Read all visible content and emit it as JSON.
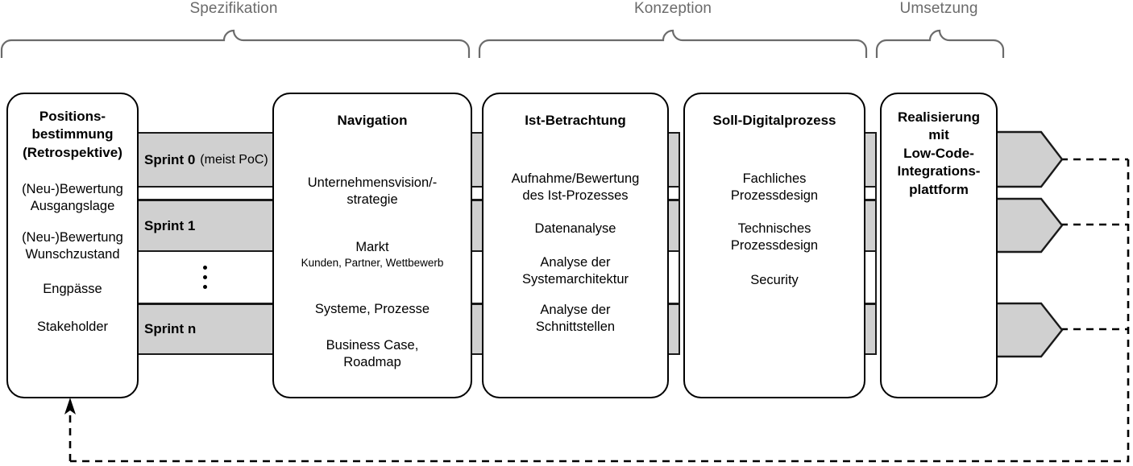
{
  "phases": [
    {
      "label": "Spezifikation"
    },
    {
      "label": "Konzeption"
    },
    {
      "label": "Umsetzung"
    }
  ],
  "boxes": [
    {
      "key": "positionsbestimmung",
      "title": "Positions-\nbestimmung\n(Retrospektive)",
      "items": [
        {
          "main": "(Neu-)Bewertung\nAusgangslage",
          "sub": ""
        },
        {
          "main": "(Neu-)Bewertung\nWunschzustand",
          "sub": ""
        },
        {
          "main": "Engpässe",
          "sub": ""
        },
        {
          "main": "Stakeholder",
          "sub": ""
        }
      ]
    },
    {
      "key": "navigation",
      "title": "Navigation",
      "items": [
        {
          "main": "Unternehmensvision/-\nstrategie",
          "sub": ""
        },
        {
          "main": "Markt",
          "sub": "Kunden, Partner, Wettbewerb"
        },
        {
          "main": "Systeme, Prozesse",
          "sub": ""
        },
        {
          "main": "Business Case,\nRoadmap",
          "sub": ""
        }
      ]
    },
    {
      "key": "ist-betrachtung",
      "title": "Ist-Betrachtung",
      "items": [
        {
          "main": "Aufnahme/Bewertung\ndes Ist-Prozesses",
          "sub": ""
        },
        {
          "main": "Datenanalyse",
          "sub": ""
        },
        {
          "main": "Analyse der\nSystemarchitektur",
          "sub": ""
        },
        {
          "main": "Analyse der\nSchnittstellen",
          "sub": ""
        }
      ]
    },
    {
      "key": "soll-digitalprozess",
      "title": "Soll-Digitalprozess",
      "items": [
        {
          "main": "Fachliches\nProzessdesign",
          "sub": ""
        },
        {
          "main": "Technisches\nProzessdesign",
          "sub": ""
        },
        {
          "main": "Security",
          "sub": ""
        }
      ]
    },
    {
      "key": "realisierung",
      "title": "Realisierung\nmit\nLow-Code-\nIntegrations-\nplattform",
      "items": []
    }
  ],
  "sprints": [
    {
      "name": "Sprint 0",
      "note": "(meist PoC)"
    },
    {
      "name": "Sprint 1",
      "note": ""
    },
    {
      "name": "",
      "note": "",
      "ellipsis": true
    },
    {
      "name": "Sprint n",
      "note": ""
    }
  ],
  "colors": {
    "fill_gray": "#d0d0d0",
    "stroke": "#1a1a1a",
    "brace": "#6b6b6b",
    "label_gray": "#6b6b6b",
    "background": "#ffffff"
  }
}
